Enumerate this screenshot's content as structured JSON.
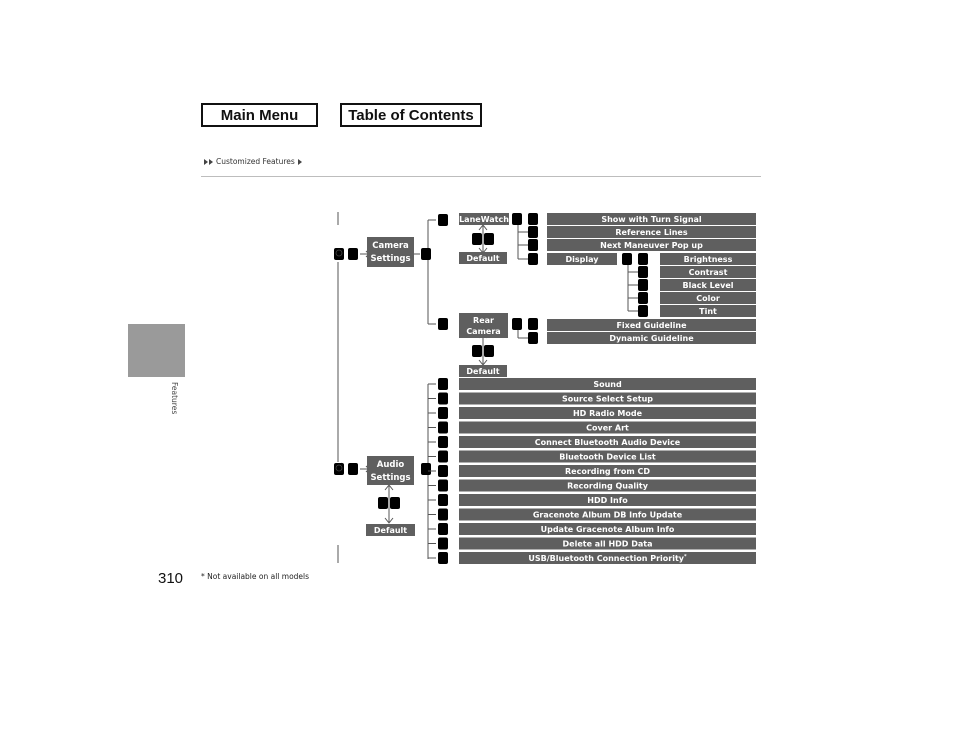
{
  "nav": {
    "main_menu": "Main Menu",
    "toc": "Table of Contents"
  },
  "breadcrumb": {
    "section": "Customized Features"
  },
  "side_tab": {
    "label": "Features"
  },
  "page_number": "310",
  "footnote": "* Not available on all models",
  "diagram": {
    "camera": {
      "label_lines": [
        "Camera",
        "Settings"
      ],
      "lanewatch": "LaneWatch",
      "lanewatch_default": "Default",
      "lanewatch_items": [
        "Show with Turn Signal",
        "Reference Lines",
        "Next Maneuver Pop up"
      ],
      "display": "Display",
      "display_items": [
        "Brightness",
        "Contrast",
        "Black Level",
        "Color",
        "Tint"
      ],
      "rear_camera_lines": [
        "Rear",
        "Camera"
      ],
      "rear_default": "Default",
      "rear_items": [
        "Fixed Guideline",
        "Dynamic Guideline"
      ]
    },
    "audio": {
      "label_lines": [
        "Audio",
        "Settings"
      ],
      "default": "Default",
      "items": [
        "Sound",
        "Source Select Setup",
        "HD Radio Mode",
        "Cover Art",
        "Connect Bluetooth Audio Device",
        "Bluetooth Device List",
        "Recording from CD",
        "Recording Quality",
        "HDD Info",
        "Gracenote Album DB Info Update",
        "Update Gracenote Album Info",
        "Delete all HDD Data",
        "USB/Bluetooth Connection Priority"
      ],
      "last_item_mark": "*"
    }
  },
  "colors": {
    "bar": "#5f5f5f",
    "side_tab": "#9a9a9a",
    "text_dark": "#111111"
  }
}
